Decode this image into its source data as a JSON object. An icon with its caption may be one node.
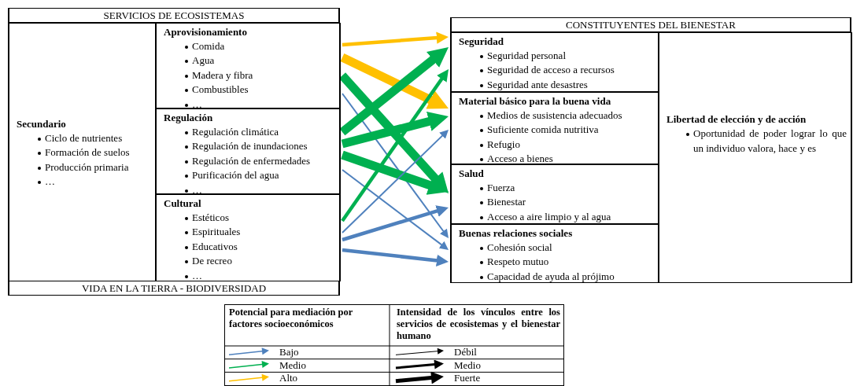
{
  "diagram": {
    "nodes": [
      {
        "text": [
          "SERVICIOS DE ECOSISTEMAS",
          "VIDA EN LA TIERRA - BIODIVERSIDAD"
        ]
      },
      {
        "text": [
          "Secundario",
          "Ciclo de nutrientes",
          "Formación de suelos",
          "Producción primaria",
          "…"
        ],
        "in": 0
      },
      {
        "text": [
          "Aprovisionamiento",
          "Comida",
          "Agua",
          "Madera y fibra",
          "Combustibles",
          "…"
        ],
        "in": 0
      },
      {
        "text": [
          "Regulación",
          "Regulación climática",
          "Regulación de inundaciones",
          "Regulación de enfermedades",
          "Purificación del agua",
          "…"
        ],
        "in": 0
      },
      {
        "text": [
          "Cultural",
          "Estéticos",
          "Espirituales",
          "Educativos",
          "De recreo",
          "…"
        ],
        "in": 0
      },
      {
        "text": [
          "CONSTITUYENTES DEL BIENESTAR"
        ]
      },
      {
        "text": [
          "Seguridad",
          "Seguridad personal",
          "Seguridad de acceso a recursos",
          "Seguridad ante desastres"
        ],
        "in": 5
      },
      {
        "text": [
          "Material básico para la buena vida",
          "Medios de susistencia adecuados",
          "Suficiente comida nutritiva",
          "Refugio",
          "Acceso a bienes"
        ],
        "in": 5
      },
      {
        "text": [
          "Salud",
          "Fuerza",
          "Bienestar",
          "Acceso a aire limpio y al agua"
        ],
        "in": 5
      },
      {
        "text": [
          "Buenas relaciones sociales",
          "Cohesión social",
          "Respeto mutuo",
          "Capacidad de ayuda al prójimo"
        ],
        "in": 5
      },
      {
        "text": [
          "Libertad de elección y de acción",
          "Oportunidad de poder lograr lo que un individuo valora, hace y es"
        ],
        "in": 5
      }
    ],
    "edges": [
      {
        "from": 2,
        "to": 6,
        "arrow": "to",
        "color": "#ffc000"
      },
      {
        "from": 2,
        "to": 7,
        "arrow": "to",
        "style": "thick",
        "color": "#ffc000"
      },
      {
        "from": 2,
        "to": 8,
        "arrow": "to",
        "style": "thick",
        "color": "#00b050"
      },
      {
        "from": 2,
        "to": 9,
        "arrow": "to",
        "color": "#4f81bd"
      },
      {
        "from": 3,
        "to": 6,
        "arrow": "to",
        "style": "thick",
        "color": "#00b050"
      },
      {
        "from": 3,
        "to": 7,
        "arrow": "to",
        "style": "thick",
        "color": "#00b050"
      },
      {
        "from": 3,
        "to": 8,
        "arrow": "to",
        "style": "thick",
        "color": "#00b050"
      },
      {
        "from": 3,
        "to": 9,
        "arrow": "to",
        "color": "#4f81bd"
      },
      {
        "from": 4,
        "to": 6,
        "arrow": "to",
        "color": "#00b050"
      },
      {
        "from": 4,
        "to": 7,
        "arrow": "to",
        "color": "#4f81bd"
      },
      {
        "from": 4,
        "to": 8,
        "arrow": "to",
        "color": "#4f81bd"
      },
      {
        "from": 4,
        "to": 9,
        "arrow": "to",
        "color": "#4f81bd"
      }
    ],
    "labels": [
      "Potencial para mediación por factores socioeconómicos",
      "Intensidad de los vínculos entre los servicios de ecosistemas y el bienestar humano"
    ],
    "legend": [
      {
        "text": "Bajo",
        "color": "#4f81bd"
      },
      {
        "text": "Medio",
        "color": "#00b050"
      },
      {
        "text": "Alto",
        "color": "#ffc000"
      },
      {
        "text": "Débil"
      },
      {
        "text": "Medio"
      },
      {
        "text": "Fuerte"
      }
    ]
  }
}
